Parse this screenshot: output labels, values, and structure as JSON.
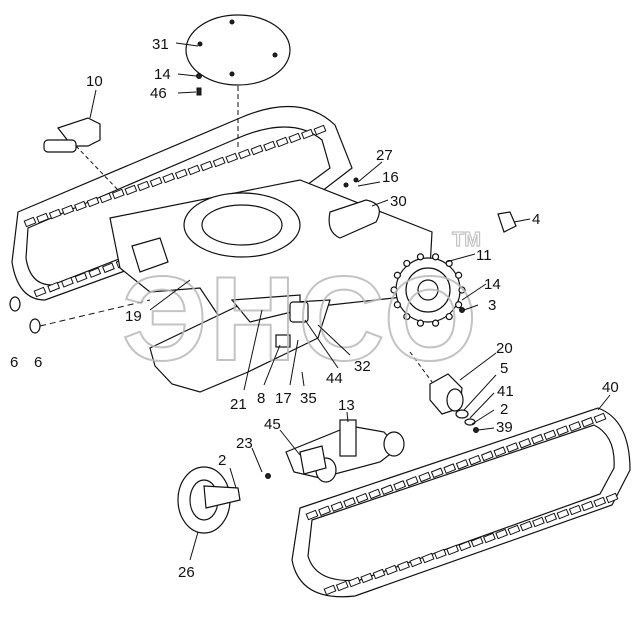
{
  "diagram": {
    "watermark": {
      "text": "ЭНСО",
      "trademark": "TM"
    },
    "callouts": [
      "31",
      "14",
      "46",
      "10",
      "27",
      "16",
      "30",
      "4",
      "11",
      "14",
      "3",
      "19",
      "6",
      "6",
      "32",
      "44",
      "21",
      "8",
      "17",
      "35",
      "20",
      "5",
      "41",
      "2",
      "39",
      "40",
      "13",
      "45",
      "23",
      "2",
      "26"
    ],
    "colors": {
      "line": "#111111",
      "watermark": "#b9b9b9",
      "background": "#ffffff"
    }
  }
}
